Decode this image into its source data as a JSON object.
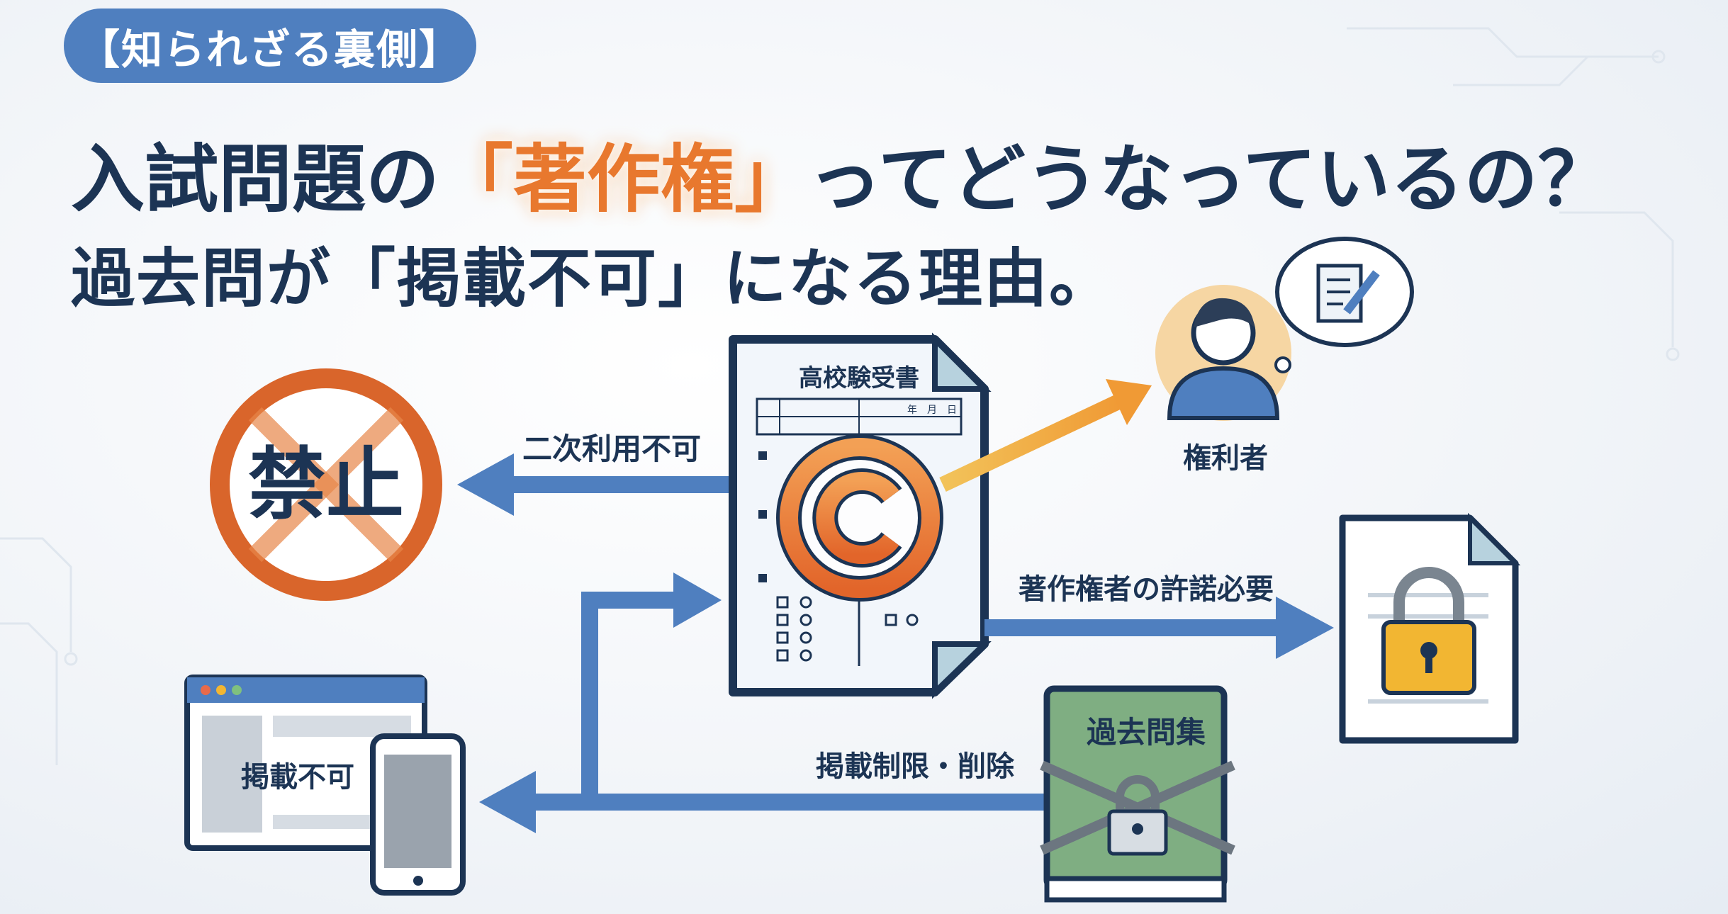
{
  "badge": "【知られざる裏側】",
  "title": {
    "prefix": "入試問題の",
    "highlight": "「著作権」",
    "suffix": "ってどうなっているの？"
  },
  "subtitle": "過去問が「掲載不可」になる理由。",
  "prohibited": {
    "label": "禁止"
  },
  "arrows": {
    "secondary_use": "二次利用不可",
    "permission": "著作権者の許諾必要",
    "restriction": "掲載制限・削除"
  },
  "document": {
    "heading": "高校験受書",
    "table_cells": [
      "年",
      "月",
      "日"
    ]
  },
  "rights_holder": {
    "label": "権利者"
  },
  "book": {
    "label": "過去問集"
  },
  "web": {
    "label": "掲載不可"
  },
  "colors": {
    "navy": "#1c3454",
    "blue": "#4f7fbf",
    "orange": "#e8782e",
    "green": "#5a8a5e",
    "gold": "#f2b632"
  }
}
